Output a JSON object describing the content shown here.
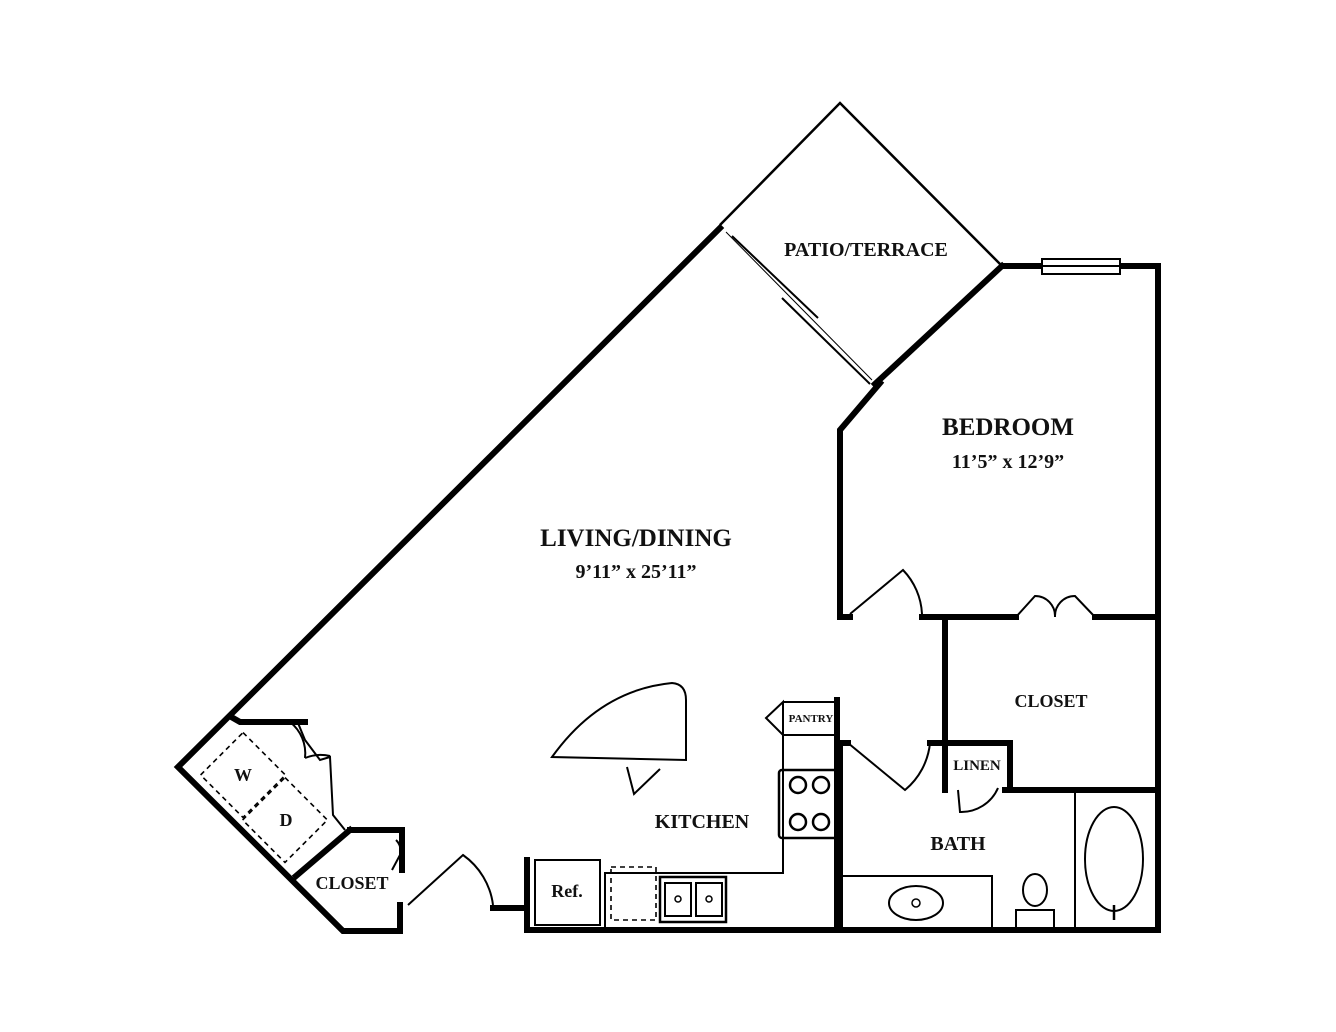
{
  "rooms": {
    "patio": {
      "name": "PATIO/TERRACE"
    },
    "bedroom": {
      "name": "BEDROOM",
      "size": "11’5” x 12’9”"
    },
    "living": {
      "name": "LIVING/DINING",
      "size": "9’11” x 25’11”"
    },
    "kitchen": {
      "name": "KITCHEN"
    },
    "bath": {
      "name": "BATH"
    },
    "bedroom_closet": {
      "name": "CLOSET"
    },
    "entry_closet": {
      "name": "CLOSET"
    },
    "linen": {
      "name": "LINEN"
    },
    "pantry": {
      "name": "PANTRY"
    }
  },
  "fixtures": {
    "washer": "W",
    "dryer": "D",
    "refrigerator": "Ref."
  }
}
